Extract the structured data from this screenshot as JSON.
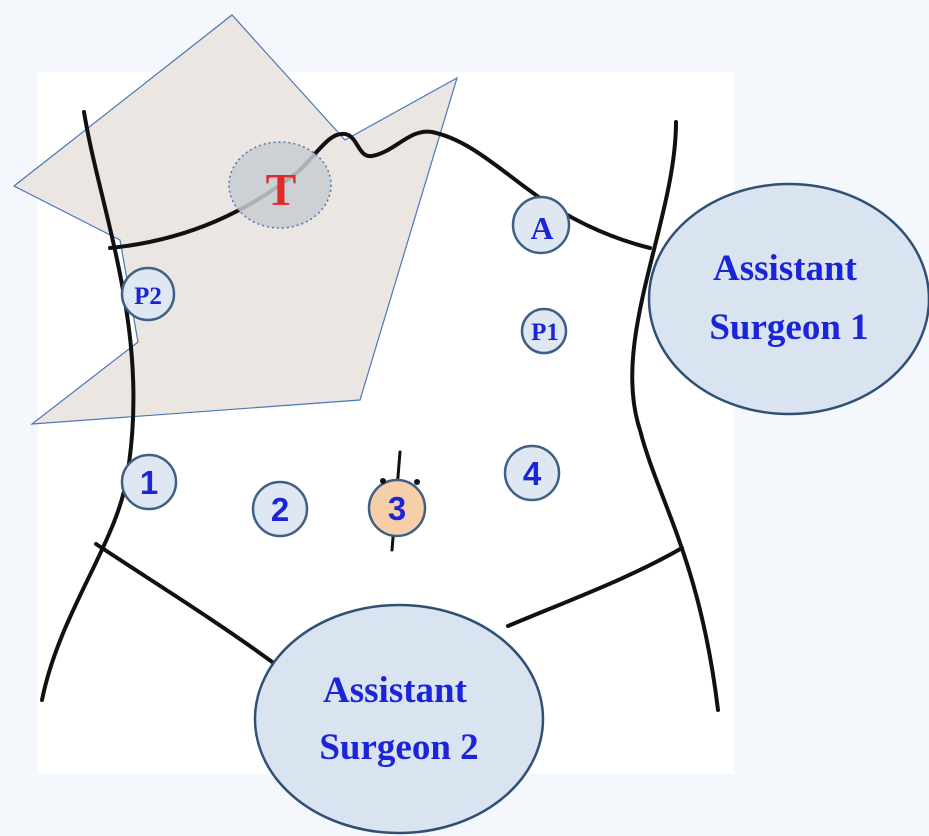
{
  "colors": {
    "page_background": "#f4f7fb",
    "panel": "#ffffff",
    "body_outline": "#111111",
    "table_fill": "#e9e4df",
    "table_stroke": "#4a78b8",
    "port_fill": "#dfe7f2",
    "port_stroke": "#3f5f85",
    "port_text": "#1a24d8",
    "camera_fill": "#f6cfa9",
    "target_text": "#e02b2b",
    "target_fill": "#c8cbd1",
    "assistant_fill": "#dae4f0",
    "assistant_stroke": "#2f4f74"
  },
  "target": {
    "label": "T"
  },
  "ports": [
    {
      "id": "A",
      "label": "A",
      "style": "serif"
    },
    {
      "id": "P1",
      "label": "P1",
      "style": "serif"
    },
    {
      "id": "P2",
      "label": "P2",
      "style": "serif"
    },
    {
      "id": "1",
      "label": "1",
      "style": "sans"
    },
    {
      "id": "2",
      "label": "2",
      "style": "sans"
    },
    {
      "id": "3",
      "label": "3",
      "style": "sans",
      "camera": true
    },
    {
      "id": "4",
      "label": "4",
      "style": "sans"
    }
  ],
  "assistants": [
    {
      "id": "assistant-surgeon-1",
      "line1": "Assistant",
      "line2": "Surgeon 1"
    },
    {
      "id": "assistant-surgeon-2",
      "line1": "Assistant",
      "line2": "Surgeon 2"
    }
  ]
}
